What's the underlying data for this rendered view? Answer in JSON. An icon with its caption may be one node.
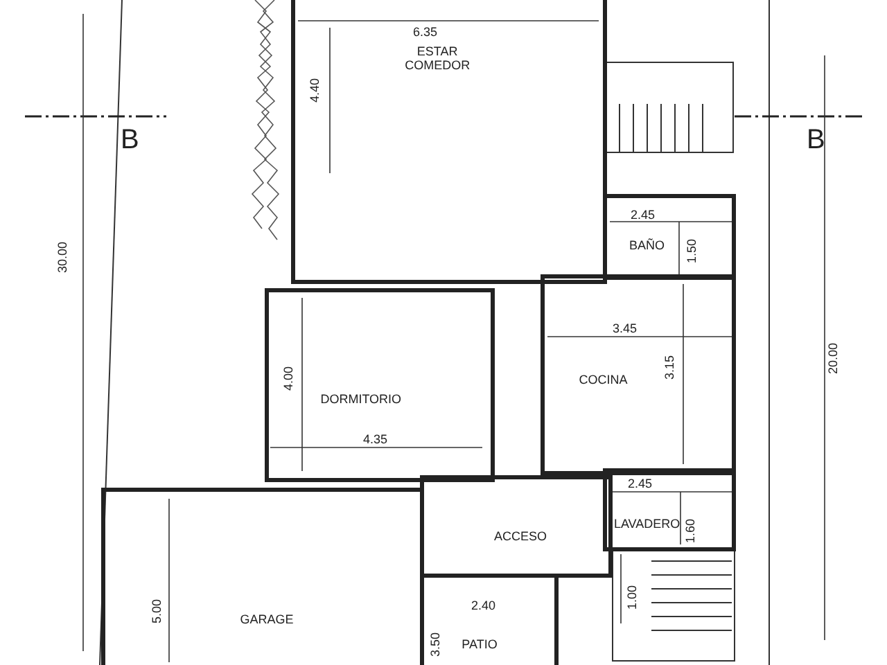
{
  "diagram": {
    "nodes": [
      {
        "text": [
          "ESTAR COMEDOR"
        ]
      },
      {
        "text": [
          "BAÑO"
        ]
      },
      {
        "text": [
          "COCINA"
        ]
      },
      {
        "text": [
          "DORMITORIO"
        ]
      },
      {
        "text": [
          "LAVADERO"
        ]
      },
      {
        "text": [
          "ACCESO"
        ]
      },
      {
        "text": [
          "GARAGE"
        ]
      },
      {
        "text": [
          "PATIO"
        ]
      }
    ],
    "edges": [],
    "labels": [
      "6.35",
      "4.40",
      "B",
      "B",
      "2.45",
      "1.50",
      "30.00",
      "3.45",
      "4.00",
      "3.15",
      "20.00",
      "4.35",
      "2.45",
      "1.60",
      "1.00",
      "5.00",
      "2.40",
      "3.50"
    ]
  }
}
